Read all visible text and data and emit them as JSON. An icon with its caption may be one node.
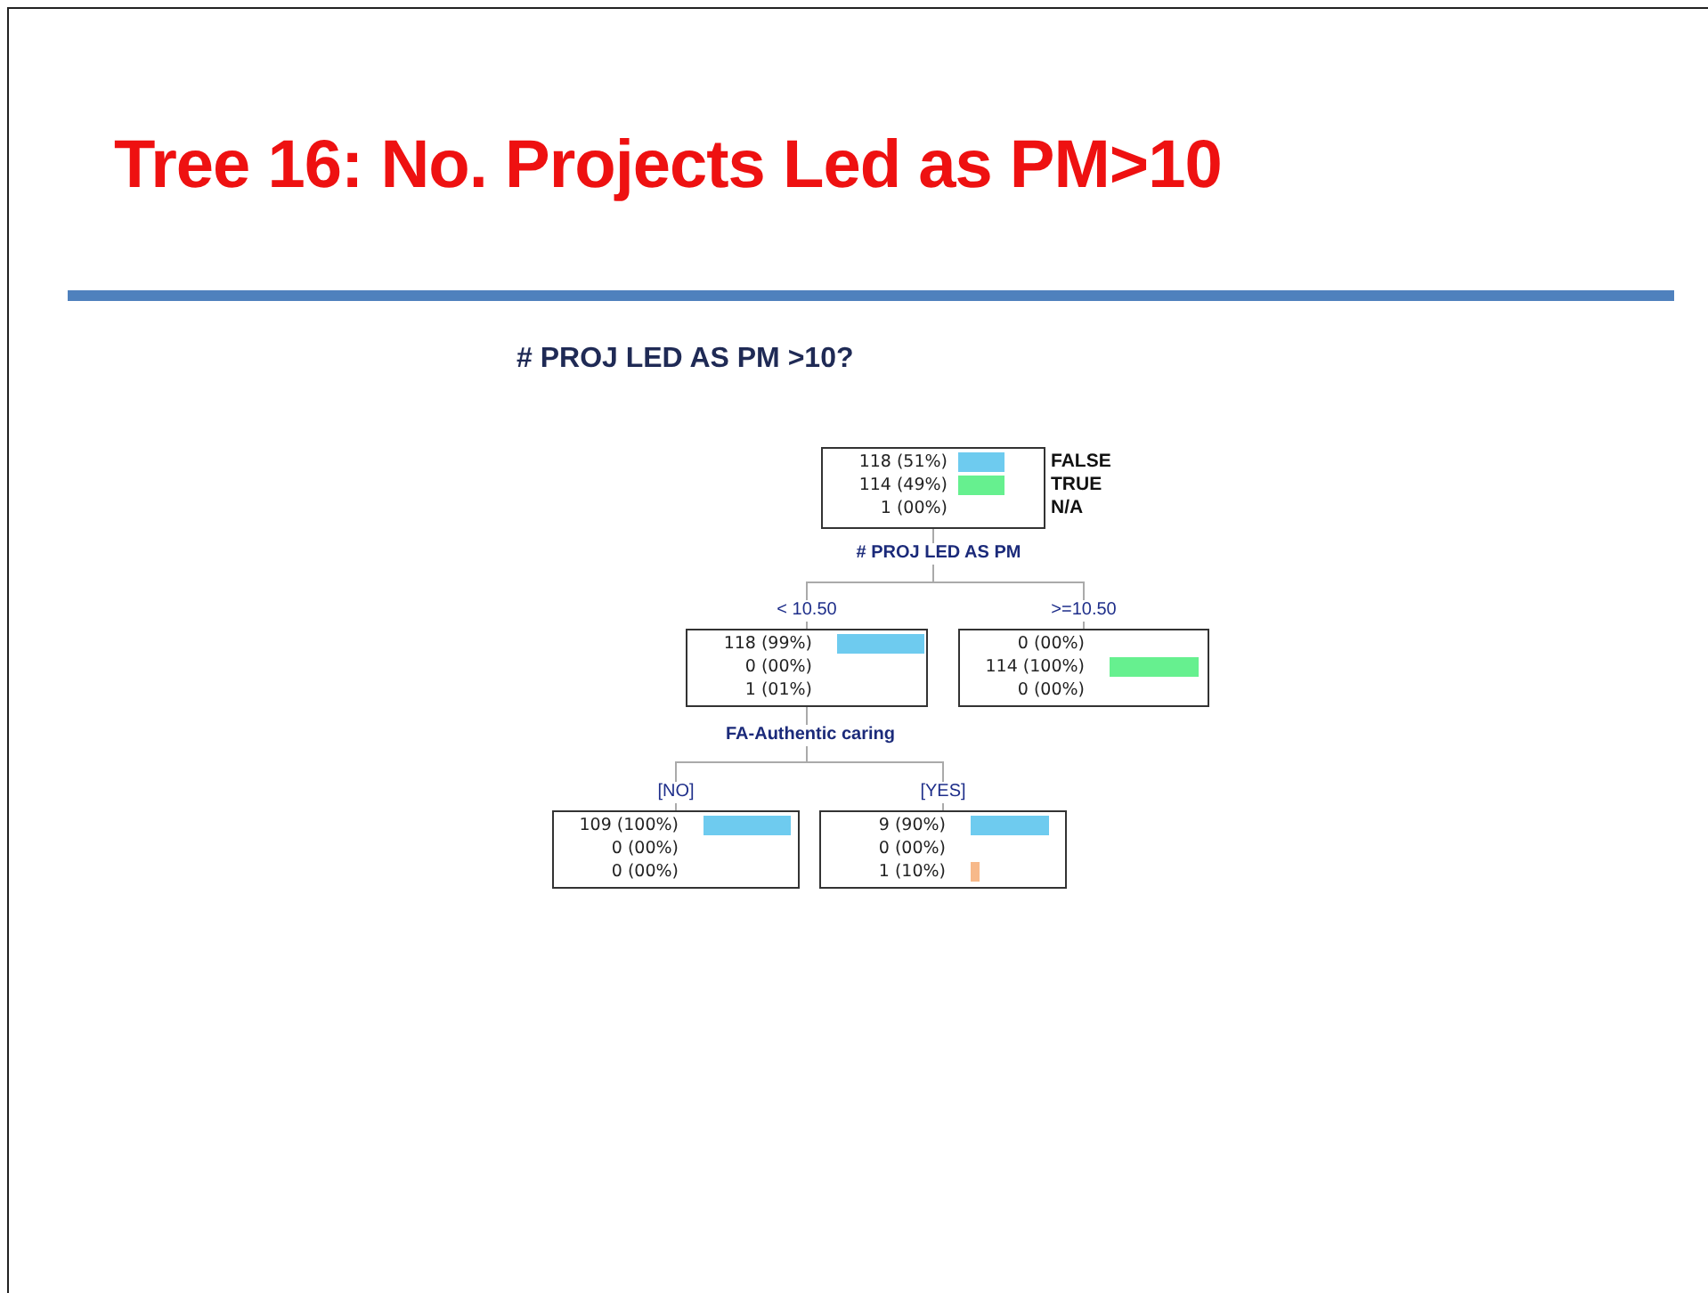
{
  "diagram": {
    "title": "Tree 16: No. Projects Led as PM>10",
    "nodes": [
      {
        "text": [
          "118 (51%)",
          "114 (49%)",
          "1 (00%)"
        ],
        "beside": [
          "FALSE",
          "TRUE",
          "N/A"
        ]
      },
      {
        "text": [
          "118 (99%)",
          "0 (00%)",
          "1 (01%)"
        ]
      },
      {
        "text": [
          "0 (00%)",
          "114 (100%)",
          "0 (00%)"
        ]
      },
      {
        "text": [
          "109 (100%)",
          "0 (00%)",
          "0 (00%)"
        ]
      },
      {
        "text": [
          "9 (90%)",
          "0 (00%)",
          "1 (10%)"
        ]
      }
    ],
    "edges": [
      {
        "from": 0,
        "to": 1,
        "arrow": "none",
        "label": "< 10.50"
      },
      {
        "from": 0,
        "to": 2,
        "arrow": "none",
        "label": ">=10.50"
      },
      {
        "from": 1,
        "to": 3,
        "arrow": "none",
        "label": "[NO]"
      },
      {
        "from": 1,
        "to": 4,
        "arrow": "none",
        "label": "[YES]"
      }
    ],
    "labels": [
      "# PROJ LED AS PM >10?",
      "# PROJ LED AS PM",
      "FA-Authentic caring"
    ]
  }
}
